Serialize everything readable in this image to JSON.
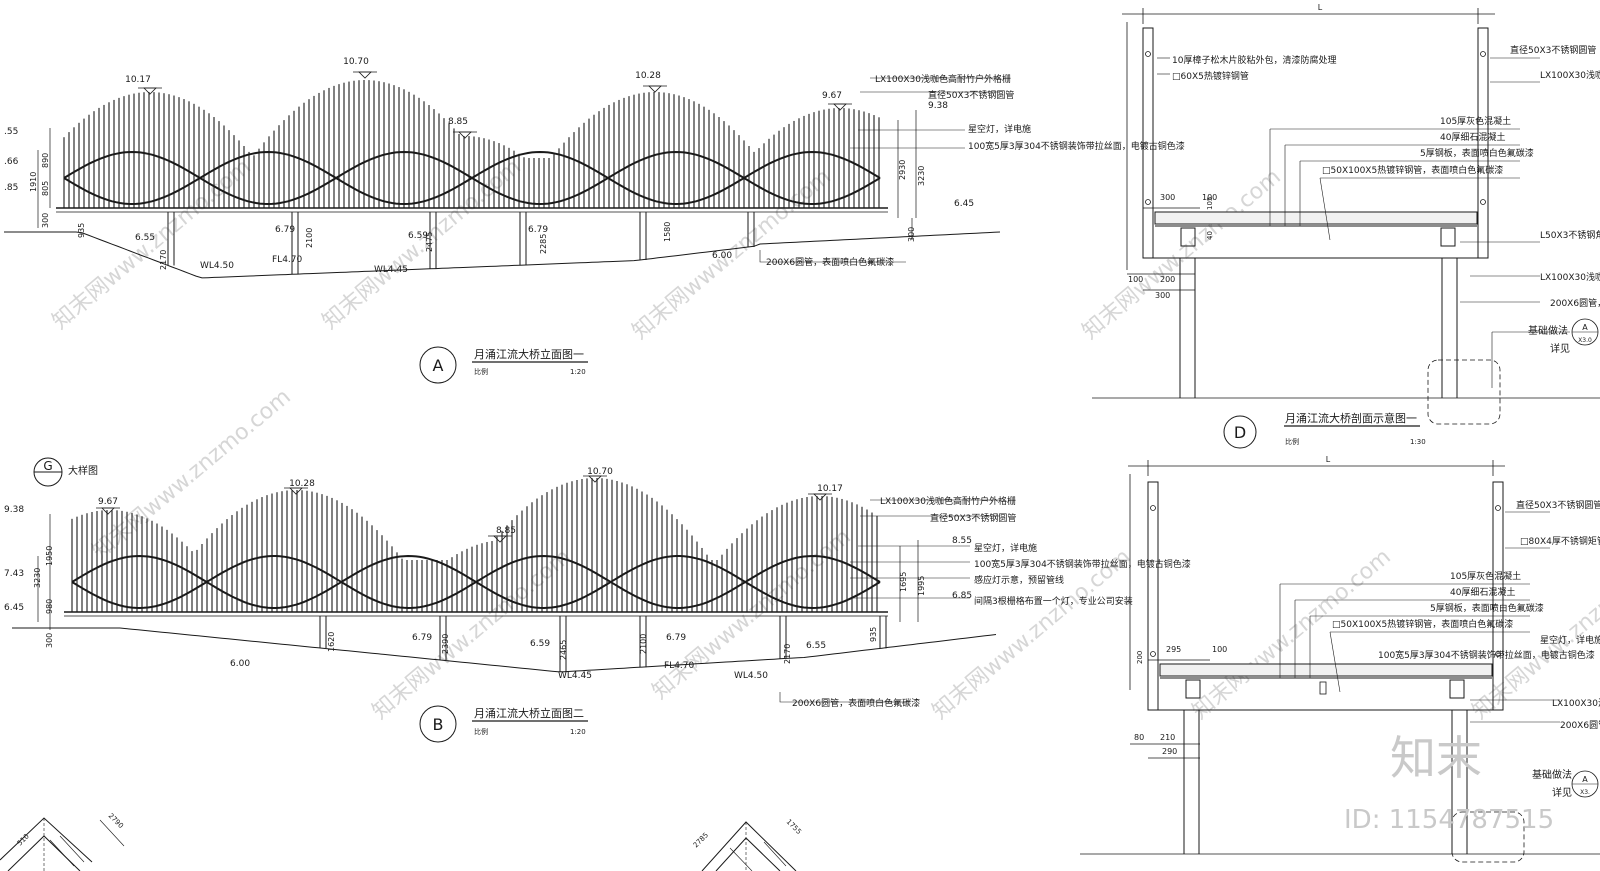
{
  "drawing_a": {
    "title": "月涌江流大桥立面图一",
    "symbol": "A",
    "scale_label": "比例",
    "scale": "1:20",
    "peak_labels": [
      "10.17",
      "10.70",
      "8.85",
      "10.28",
      "9.67",
      "9.38"
    ],
    "left_levels": [
      ".55",
      ".66",
      ".85"
    ],
    "left_dims": [
      "890",
      "805",
      "1910",
      "300"
    ],
    "ground_labels": [
      "6.55",
      "6.79",
      "6.59",
      "6.79",
      "6.00",
      "6.45"
    ],
    "water_labels": [
      "WL4.50",
      "FL4.70",
      "WL4.45"
    ],
    "vertical_dims": [
      "935",
      "2170",
      "2100",
      "2475",
      "2285",
      "1580",
      "2930",
      "3230",
      "300"
    ],
    "callouts": [
      "LX100X30浅咖色高耐竹户外格栅",
      "直径50X3不锈钢圆管",
      "星空灯，详电施",
      "100宽5厚3厚304不锈钢装饰带拉丝面，电镀古铜色漆",
      "200X6圆管，表面喷白色氟碳漆"
    ]
  },
  "drawing_b": {
    "title": "月涌江流大桥立面图二",
    "symbol": "B",
    "scale_label": "比例",
    "scale": "1:20",
    "detail_symbol": "G",
    "detail_label": "大样图",
    "peak_labels": [
      "9.67",
      "10.28",
      "8.85",
      "10.70",
      "10.17",
      "8.55"
    ],
    "left_levels": [
      "9.38",
      "7.43",
      "6.45"
    ],
    "left_dims": [
      "1950",
      "3230",
      "980",
      "300"
    ],
    "ground_labels": [
      "6.00",
      "6.79",
      "6.59",
      "6.79",
      "6.55",
      "6.85"
    ],
    "water_labels": [
      "WL4.45",
      "FL4.70",
      "WL4.50"
    ],
    "vertical_dims": [
      "1620",
      "2390",
      "2465",
      "2100",
      "2170",
      "935",
      "1695",
      "1995"
    ],
    "callouts": [
      "LX100X30浅咖色高耐竹户外格栅",
      "直径50X3不锈钢圆管",
      "星空灯，详电施",
      "100宽5厚3厚304不锈钢装饰带拉丝面，电镀古铜色漆",
      "感应灯示意，预留管线",
      "间隔3根栅格布置一个灯，专业公司安装",
      "200X6圆管，表面喷白色氟碳漆"
    ]
  },
  "drawing_d": {
    "title": "月涌江流大桥剖面示意图一",
    "symbol": "D",
    "scale_label": "比例",
    "scale": "1:30",
    "span_label": "L",
    "left_callouts": [
      "10厚樟子松木片胶粘外包，清漆防腐处理",
      "□60X5热镀锌钢管"
    ],
    "right_top": [
      "直径50X3不锈钢圆管",
      "LX100X30浅咖"
    ],
    "layers": [
      "105厚灰色混凝土",
      "40厚细石混凝土",
      "5厚钢板，表面喷白色氟碳漆",
      "□50X100X5热镀锌钢管，表面喷白色氟碳漆"
    ],
    "right_bottom": [
      "L50X3不锈钢角钢，",
      "LX100X30浅咖",
      "200X6圆管，",
      "基础做法",
      "详见"
    ],
    "ref_symbol": "A",
    "ref_sheet": "X3.0",
    "dims": [
      "300",
      "100",
      "105",
      "40",
      "100",
      "200",
      "300"
    ]
  },
  "drawing_e": {
    "span_label": "L",
    "right_callouts": [
      "直径50X3不锈钢圆管",
      "□80X4厚不锈钢矩管"
    ],
    "layers": [
      "105厚灰色混凝土",
      "40厚细石混凝土",
      "5厚钢板，表面喷白色氟碳漆",
      "□50X100X5热镀锌钢管，表面喷白色氟碳漆"
    ],
    "lamp_callouts": [
      "星空灯，详电施",
      "100宽5厚3厚304不锈钢装饰带拉丝面，电镀古铜色漆"
    ],
    "right_bottom": [
      "LX100X30浅",
      "200X6圆管",
      "基础做法",
      "详见"
    ],
    "ref_symbol": "A",
    "ref_sheet": "X3.",
    "dims": [
      "295",
      "100",
      "200",
      "80",
      "210",
      "290"
    ]
  },
  "bottom_fragments": {
    "left_dims": [
      "510",
      "2790"
    ],
    "right_dims": [
      "2785",
      "1755"
    ]
  },
  "watermark": {
    "brand_glyphs": "知末",
    "id_text": "ID: 1154787515",
    "tiles": [
      "知末网www.znzmo.com"
    ]
  },
  "colors": {
    "line": "#1a1a1a",
    "watermark": "#d6d6d6",
    "background": "#ffffff"
  }
}
